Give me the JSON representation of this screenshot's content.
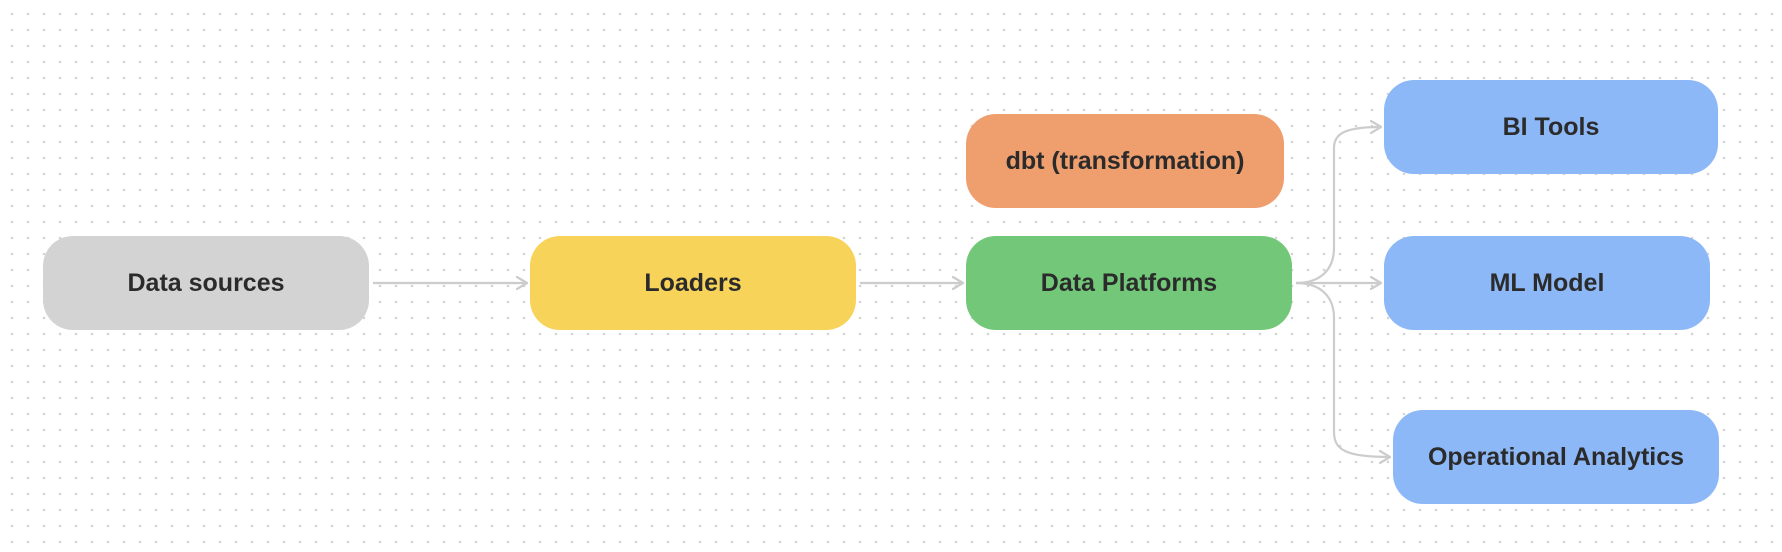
{
  "nodes": {
    "data_sources": "Data sources",
    "loaders": "Loaders",
    "dbt": "dbt (transformation)",
    "data_platforms": "Data Platforms",
    "bi_tools": "BI Tools",
    "ml_model": "ML Model",
    "operational_analytics": "Operational Analytics"
  },
  "colors": {
    "sources": "#d3d3d3",
    "loaders": "#f7d35a",
    "dbt": "#ef9e6e",
    "platform": "#72c878",
    "outputs": "#8db8f8",
    "connector": "#cccccc"
  },
  "edges": [
    {
      "from": "data_sources",
      "to": "loaders"
    },
    {
      "from": "loaders",
      "to": "data_platforms"
    },
    {
      "from": "data_platforms",
      "to": "bi_tools"
    },
    {
      "from": "data_platforms",
      "to": "ml_model"
    },
    {
      "from": "data_platforms",
      "to": "operational_analytics"
    }
  ]
}
